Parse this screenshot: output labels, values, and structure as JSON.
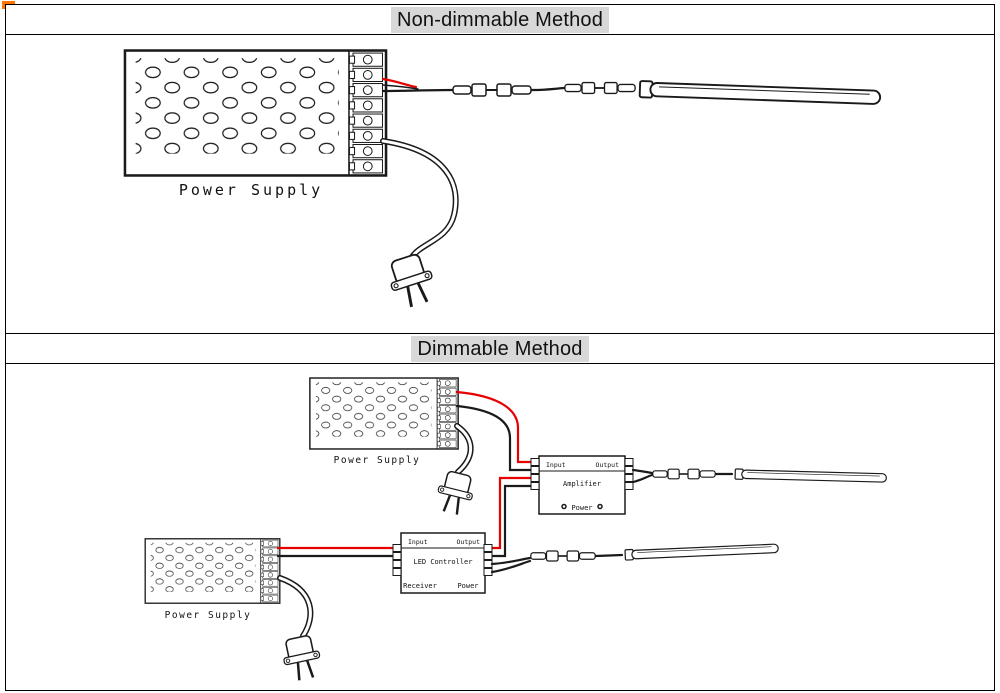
{
  "titles": {
    "non_dimmable": "Non-dimmable Method",
    "dimmable": "Dimmable Method"
  },
  "labels": {
    "power_supply_1": "Power Supply",
    "power_supply_2": "Power Supply",
    "power_supply_3": "Power Supply"
  },
  "amplifier": {
    "input": "Input",
    "output": "Output",
    "name": "Amplifier",
    "power": "Power"
  },
  "controller": {
    "input": "Input",
    "output": "Output",
    "name": "LED Controller",
    "receiver": "Receiver",
    "power": "Power"
  },
  "colors": {
    "wire_red": "#e60000",
    "wire_black": "#1a1a1a",
    "title_highlight": "#d8d8d8",
    "corner_mark": "#ff7700"
  }
}
